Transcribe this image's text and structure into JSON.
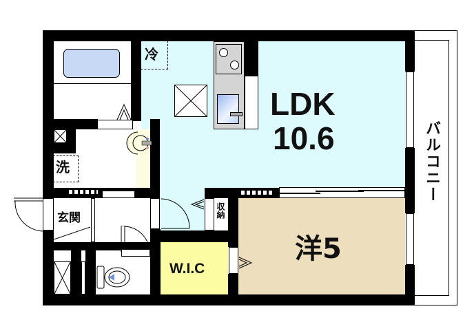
{
  "floor_plan": {
    "rooms": {
      "ldk": {
        "label": "LDK",
        "size": "10.6",
        "color": "#DDFBFD"
      },
      "western": {
        "label": "洋5",
        "color": "#EDDFBD"
      },
      "wic": {
        "label": "W.I.C",
        "color": "#FCFCA2"
      },
      "balcony": {
        "label": "バルコニー"
      },
      "entrance": {
        "label": "玄関"
      },
      "storage": {
        "label": "収納"
      },
      "fridge": {
        "label": "冷"
      },
      "washer": {
        "label": "洗"
      }
    },
    "colors": {
      "wall": "#000000",
      "bathtub": "#C7D9F5",
      "kitchen_counter": "#D4D4D4",
      "washbasin_area": "#FDFCE0"
    }
  }
}
